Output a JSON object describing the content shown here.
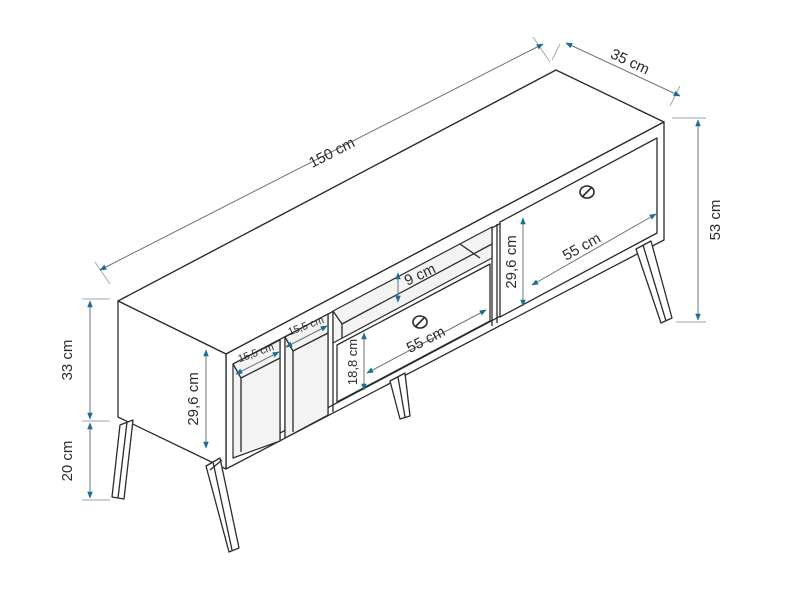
{
  "dimensions": {
    "width": "150 cm",
    "depth": "35 cm",
    "height_total": "53 cm",
    "body_height": "33 cm",
    "leg_height": "20 cm",
    "shelf_width_left": "15,5 cm",
    "shelf_width_right": "15,5 cm",
    "shelf_height": "29,6 cm",
    "top_shelf_height": "9 cm",
    "drawer_height": "18,8 cm",
    "drawer_width": "55 cm",
    "door_height": "29,6 cm",
    "door_width": "55 cm"
  },
  "colors": {
    "line": "#2b2b2b",
    "arrow": "#1f6f95"
  }
}
